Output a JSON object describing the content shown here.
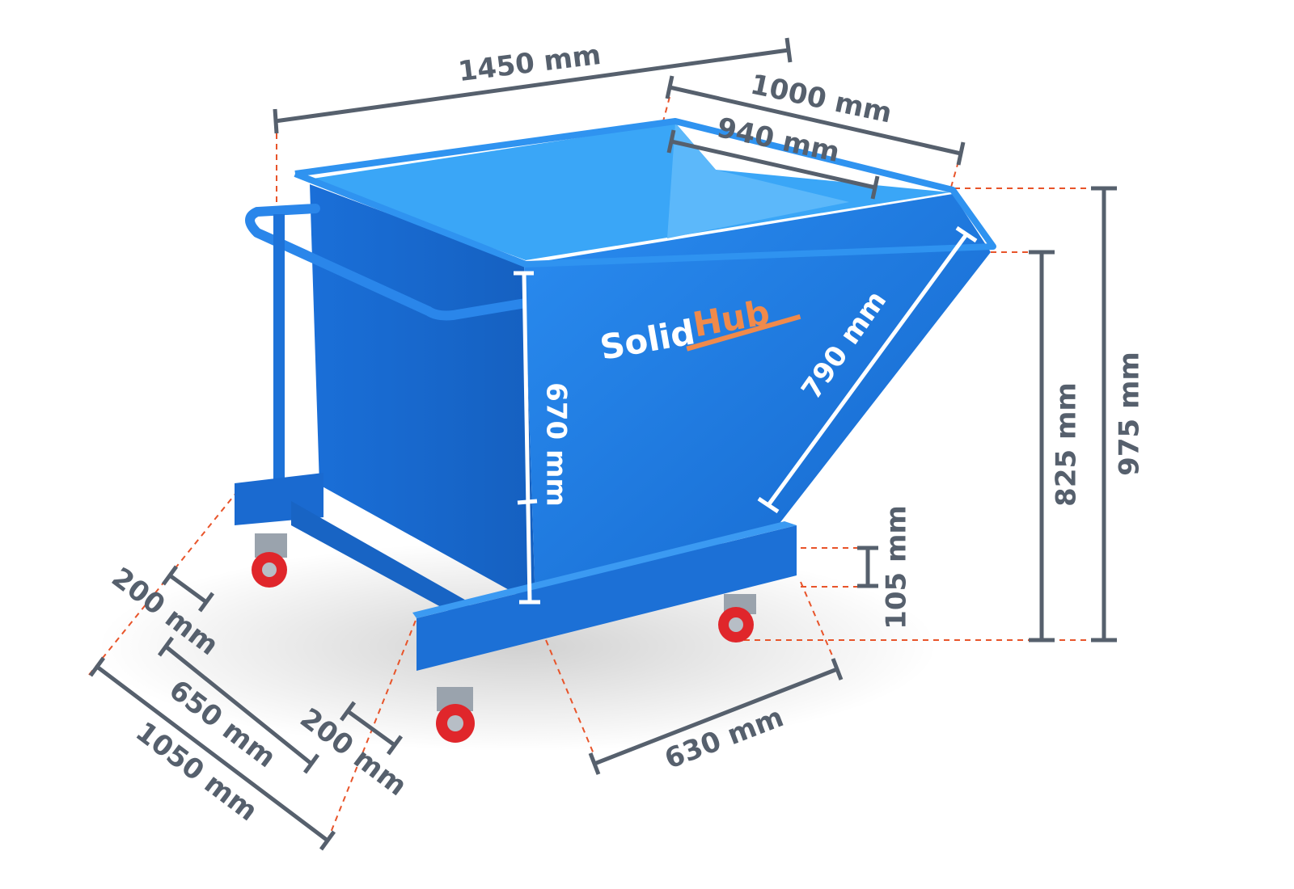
{
  "product": {
    "brand_logo": {
      "part1": "Solid",
      "part2": "Hub"
    },
    "colors": {
      "bin": "#1f7fe6",
      "bin_dark": "#1565c8",
      "bin_light": "#3aa0f5",
      "dimension": "#56606d",
      "guide": "#e8542a",
      "logo_accent": "#f08a4b",
      "wheel": "#e0262b"
    }
  },
  "dimensions": {
    "overall_length": "1450 mm",
    "top_width": "1000 mm",
    "inner_width": "940 mm",
    "inner_height": "670 mm",
    "slope_length": "790 mm",
    "frame_height": "105 mm",
    "body_height": "825 mm",
    "overall_height": "975 mm",
    "frame_width": "630 mm",
    "caster_offset_left": "200 mm",
    "fork_spacing": "650 mm",
    "frame_length": "1050 mm",
    "caster_offset_right": "200 mm"
  }
}
